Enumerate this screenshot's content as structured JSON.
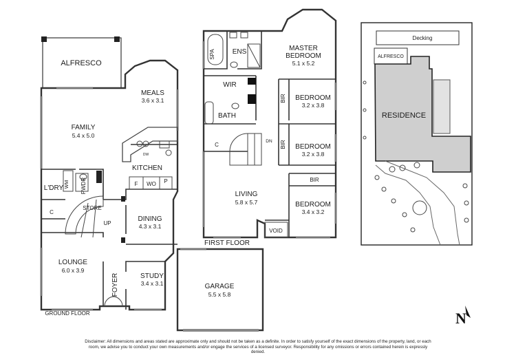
{
  "ground_floor": {
    "label": "GROUND FLOOR",
    "rooms": {
      "alfresco": {
        "name": "ALFRESCO"
      },
      "meals": {
        "name": "MEALS",
        "size": "3.6 x 3.1"
      },
      "family": {
        "name": "FAMILY",
        "size": "5.4 x 5.0"
      },
      "kitchen": {
        "name": "KITCHEN",
        "dw": "DW"
      },
      "laundry": {
        "name": "L'DRY",
        "wm": "WM"
      },
      "powder": {
        "name": "PWDR"
      },
      "store": {
        "name": "STORE"
      },
      "up": {
        "name": "UP"
      },
      "cupboard": {
        "name": "C"
      },
      "fridge": {
        "name": "F"
      },
      "wall_oven": {
        "name": "WO"
      },
      "pantry": {
        "name": "P"
      },
      "dining": {
        "name": "DINING",
        "size": "4.3 x 3.1"
      },
      "lounge": {
        "name": "LOUNGE",
        "size": "6.0 x 3.9"
      },
      "foyer": {
        "name": "FOYER"
      },
      "study": {
        "name": "STUDY",
        "size": "3.4 x 3.1"
      },
      "garage": {
        "name": "GARAGE",
        "size": "5.5 x 5.8"
      }
    }
  },
  "first_floor": {
    "label": "FIRST FLOOR",
    "rooms": {
      "spa": {
        "name": "SPA"
      },
      "ensuite": {
        "name": "ENS"
      },
      "master": {
        "name_line1": "MASTER",
        "name_line2": "BEDROOM",
        "size": "5.1 x 5.2"
      },
      "wir": {
        "name": "WIR"
      },
      "bir1": {
        "name": "BIR"
      },
      "bedroom1": {
        "name": "BEDROOM",
        "size": "3.2 x 3.8"
      },
      "bath": {
        "name": "BATH"
      },
      "linen": {
        "name": "C"
      },
      "dn": {
        "name": "DN"
      },
      "bir2": {
        "name": "BIR"
      },
      "bedroom2": {
        "name": "BEDROOM",
        "size": "3.2 x 3.8"
      },
      "bir3": {
        "name": "BIR"
      },
      "living": {
        "name": "LIVING",
        "size": "5.8 x 5.7"
      },
      "bedroom3": {
        "name": "BEDROOM",
        "size": "3.4 x 3.2"
      },
      "void": {
        "name": "VOID"
      }
    }
  },
  "site_plan": {
    "decking": "Decking",
    "alfresco": "ALFRESCO",
    "residence": "RESIDENCE"
  },
  "north_arrow": {
    "letter": "N"
  },
  "disclaimer": "Disclaimer: All dimensions and areas stated are approximate only and should not be taken as a definite. In order to satisfy yourself of the exact dimensions of the property, land, or each room, we advise you to conduct your own measurements and/or engage the services of a licensed surveyor. Responsibility for any omissions or errors contained herein is expressly denied."
}
